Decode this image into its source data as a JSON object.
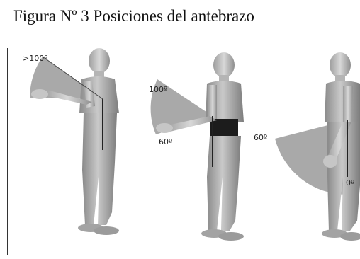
{
  "caption": "Figura Nº  3 Posiciones del antebrazo",
  "angle_labels": {
    "pose1_over": ">100º",
    "pose2_upper": "100º",
    "pose2_lower": "60º",
    "pose3_upper": "60º",
    "pose3_lower": "0º"
  }
}
